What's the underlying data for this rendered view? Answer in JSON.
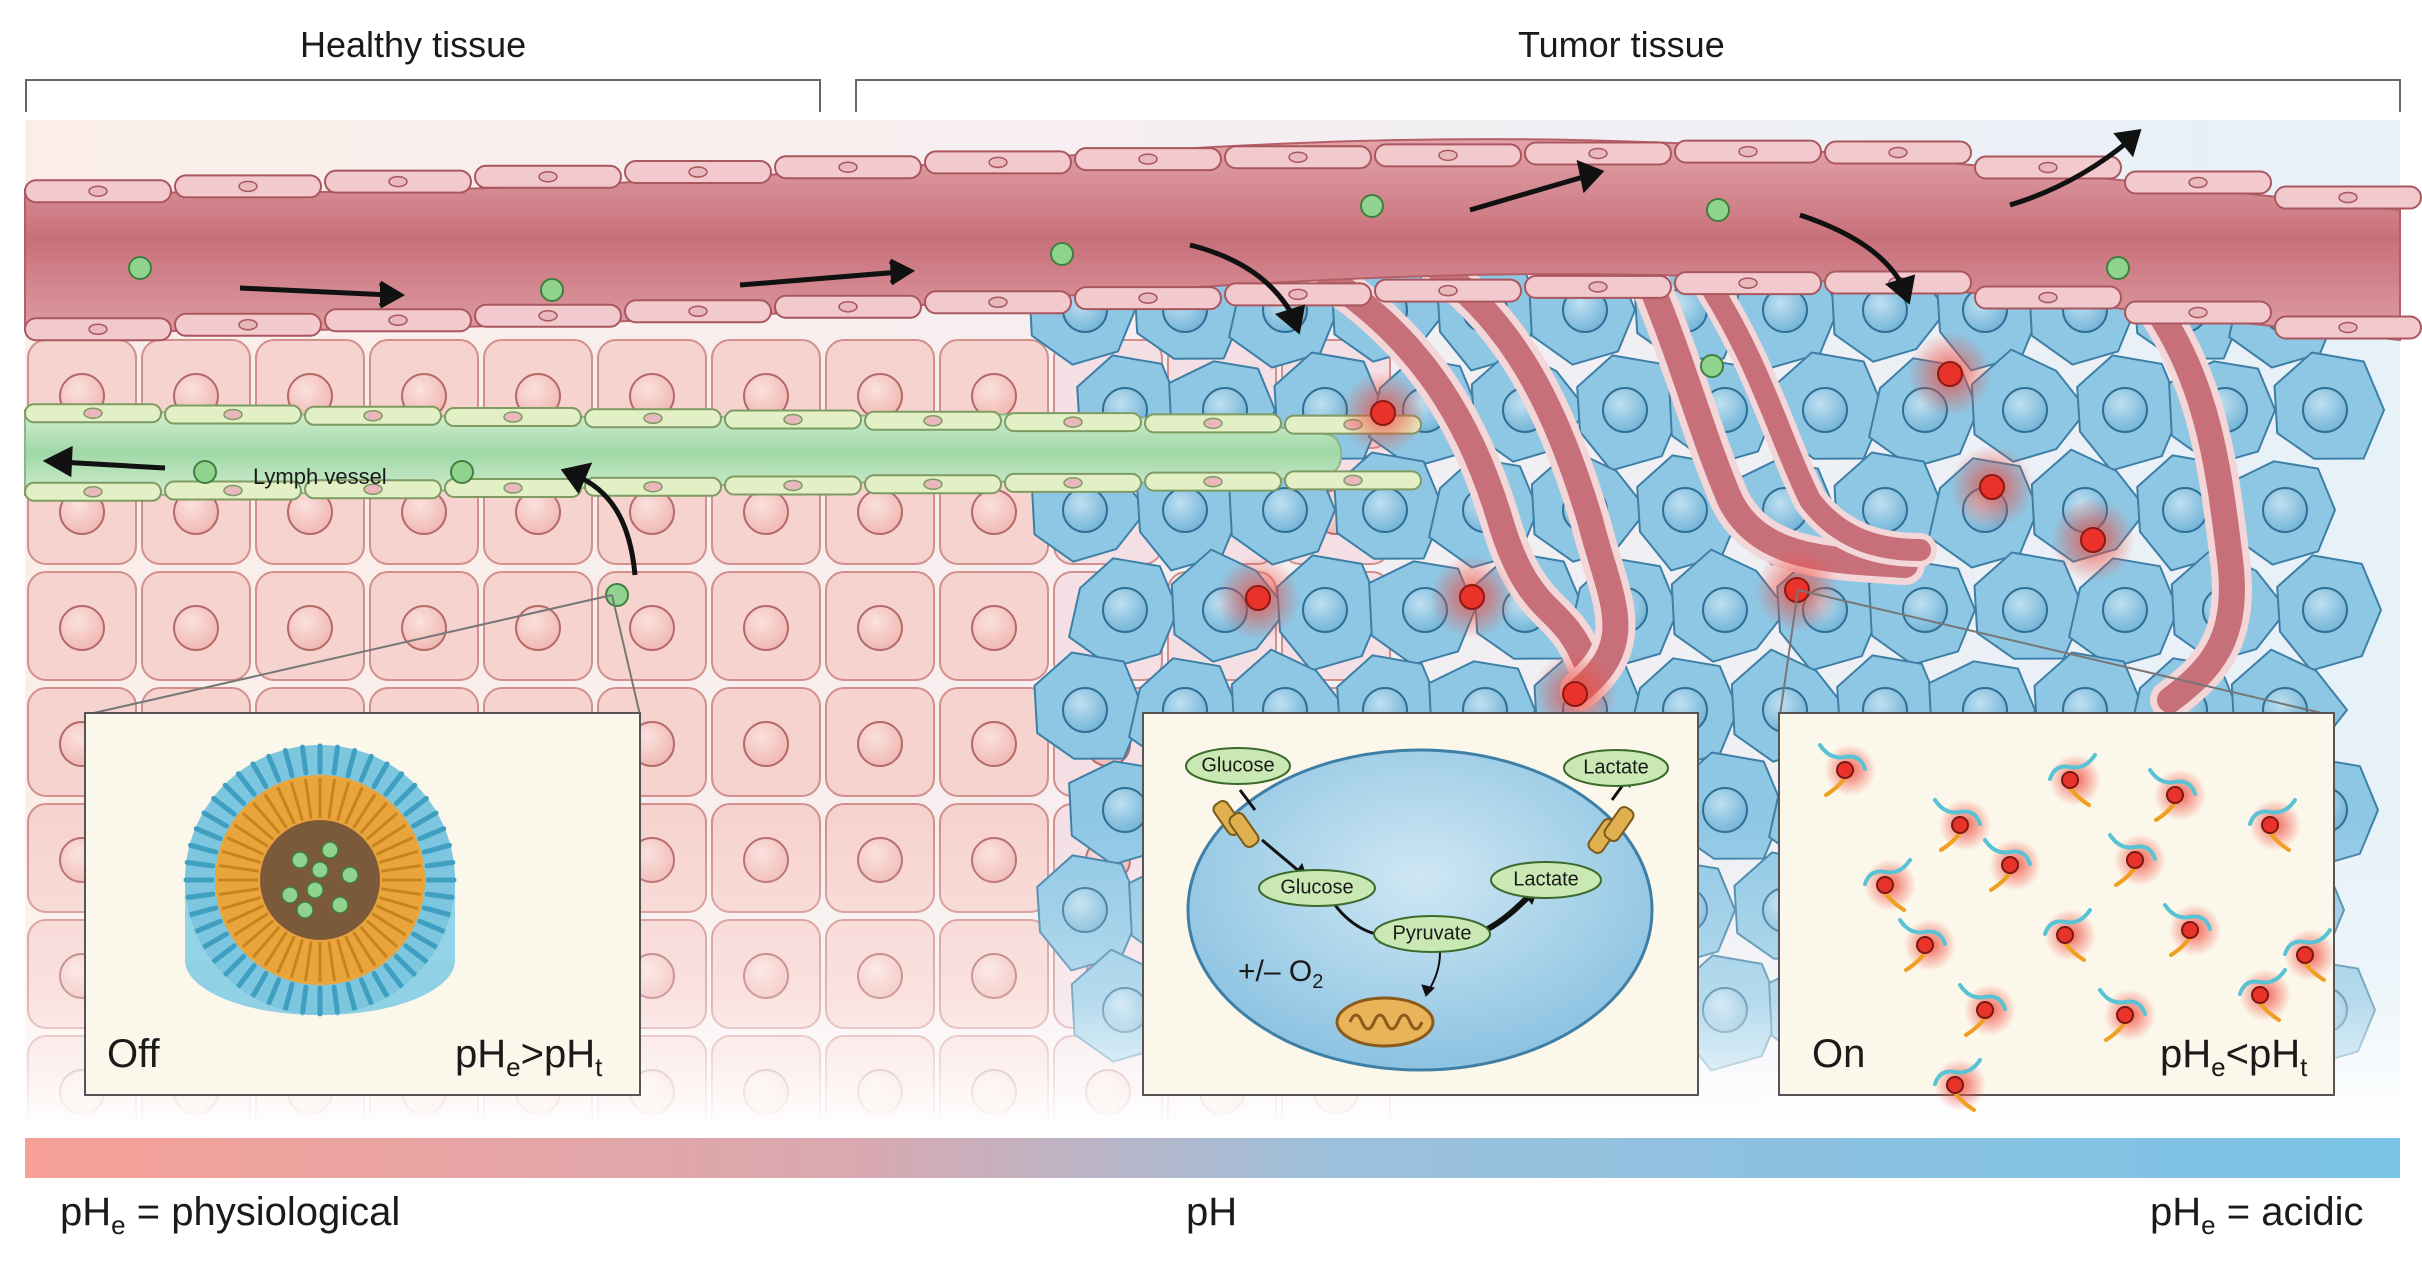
{
  "header": {
    "healthy": "Healthy tissue",
    "tumor": "Tumor tissue"
  },
  "lymph_label": "Lymph vessel",
  "insets": {
    "off": {
      "state": "Off",
      "ph_main": "pH",
      "ph_sub1": "e",
      "ph_op": ">pH",
      "ph_sub2": "t"
    },
    "cell": {
      "glucose_out": "Glucose",
      "glucose_in": "Glucose",
      "pyruvate": "Pyruvate",
      "lactate_in": "Lactate",
      "lactate_out": "Lactate",
      "oxygen": "+/– O",
      "oxygen_sub": "2"
    },
    "on": {
      "state": "On",
      "ph_main": "pH",
      "ph_sub1": "e",
      "ph_op": "<pH",
      "ph_sub2": "t"
    }
  },
  "gradient_bar": {
    "left_main": "pH",
    "left_sub": "e",
    "left_rest": " = physiological",
    "center": "pH",
    "right_main": "pH",
    "right_sub": "e",
    "right_rest": " = acidic"
  },
  "colors": {
    "healthy_cell": "#f4c6c2",
    "tumor_cell": "#7fbfdf",
    "blood_vessel": "#c8707a",
    "lymph_vessel": "#a9dcae",
    "nanoparticle_off": "#8fd38f",
    "nanoparticle_on": "#e8322a",
    "gradient_start": "#f6a096",
    "gradient_end": "#79c3e6"
  }
}
